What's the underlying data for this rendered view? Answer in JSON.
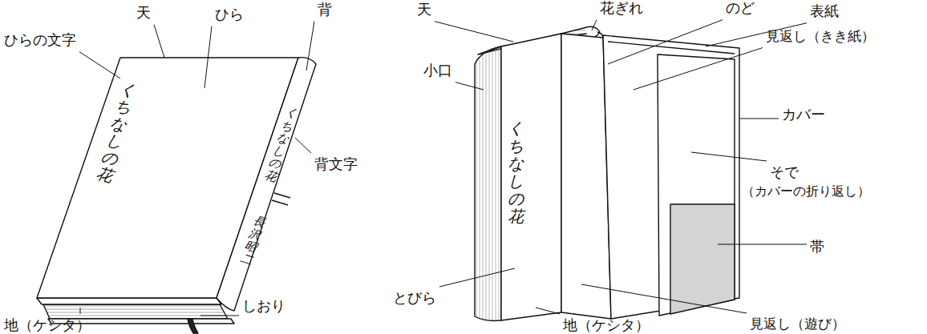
{
  "diagram": {
    "labels": [
      "天",
      "ひら",
      "ひらの文字",
      "背",
      "くちなしの花",
      "くちなしの花",
      "背文字",
      "長沢昭二",
      "地（ケシタ）",
      "しおり",
      "天",
      "花ぎれ",
      "のど",
      "表紙",
      "小口",
      "見返し（きき紙）",
      "カバー",
      "くちなしの花",
      "そで",
      "（カバーの折り返し）",
      "帯",
      "とびら",
      "地（ケシタ）",
      "見返し（遊び）"
    ]
  }
}
